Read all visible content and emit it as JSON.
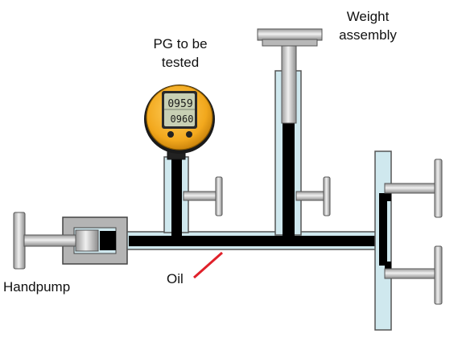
{
  "labels": {
    "pg_line1": "PG to be",
    "pg_line2": "tested",
    "weight_line1": "Weight",
    "weight_line2": "assembly",
    "handpump": "Handpump",
    "oil": "Oil"
  },
  "gauge": {
    "reading_top": "0959",
    "reading_bottom": "0960"
  },
  "colors": {
    "oil": "#000000",
    "pipe_fill": "#cfe8ee",
    "outline": "#555555",
    "gauge_body": "#f2a81d",
    "gauge_screen": "#c8d0b4",
    "metal": "#c8c8c8",
    "pointer": "#e0202a"
  }
}
